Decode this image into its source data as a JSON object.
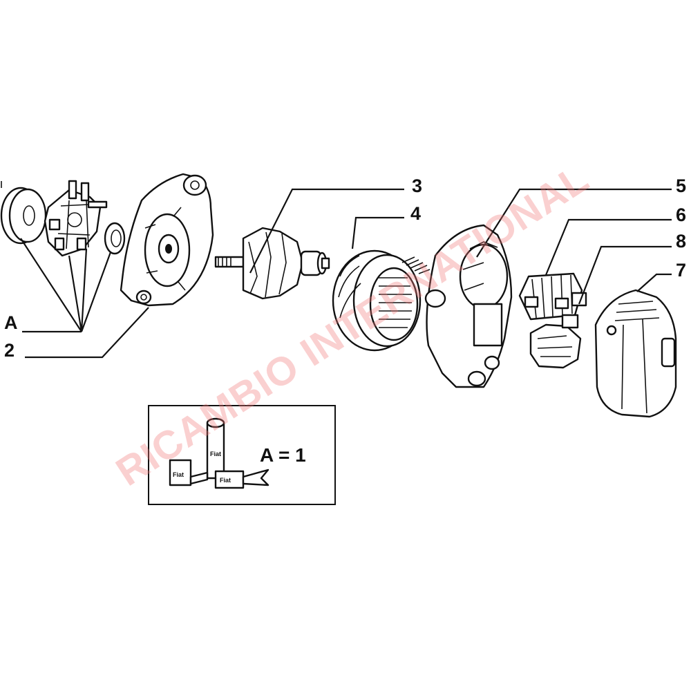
{
  "callouts": {
    "A": "A",
    "n2": "2",
    "n3": "3",
    "n4": "4",
    "n5": "5",
    "n6": "6",
    "n7": "7",
    "n8": "8"
  },
  "legend": {
    "equation": "A = 1"
  },
  "watermark": {
    "text": "RICAMBIO INTERNATIONAL"
  },
  "brush_labels": [
    "Fiat",
    "Fiat",
    "Fiat"
  ],
  "colors": {
    "line": "#111111",
    "watermark": "#f07878",
    "background": "#ffffff"
  }
}
